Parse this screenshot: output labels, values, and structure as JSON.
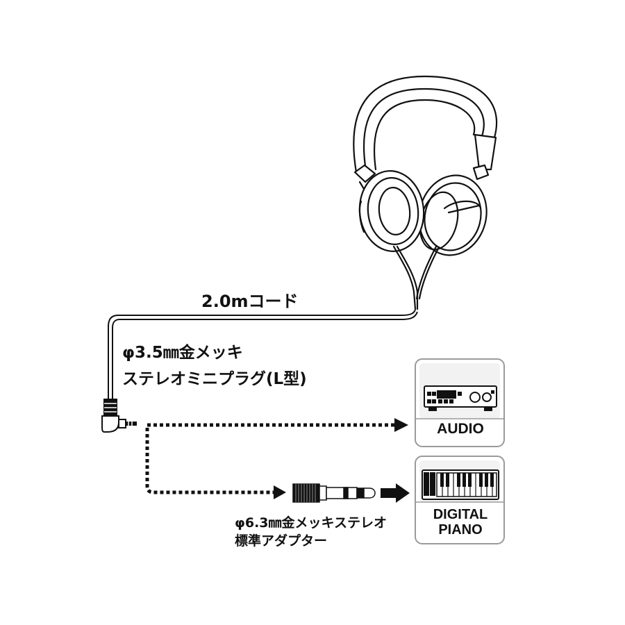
{
  "cord": {
    "label": "2.0mコード"
  },
  "plug": {
    "line1": "φ3.5㎜金メッキ",
    "line2": "ステレオミニプラグ(L型)"
  },
  "adapter": {
    "line1": "φ6.3㎜金メッキステレオ",
    "line2": "標準アダプター"
  },
  "devices": {
    "audio": {
      "label": "AUDIO",
      "icon": "audio-amplifier-icon"
    },
    "piano": {
      "line1": "DIGITAL",
      "line2": "PIANO",
      "icon": "keyboard-icon"
    }
  },
  "colors": {
    "line": "#111111",
    "box_border": "#9a9a9a",
    "pad": "#f2f2f2"
  }
}
